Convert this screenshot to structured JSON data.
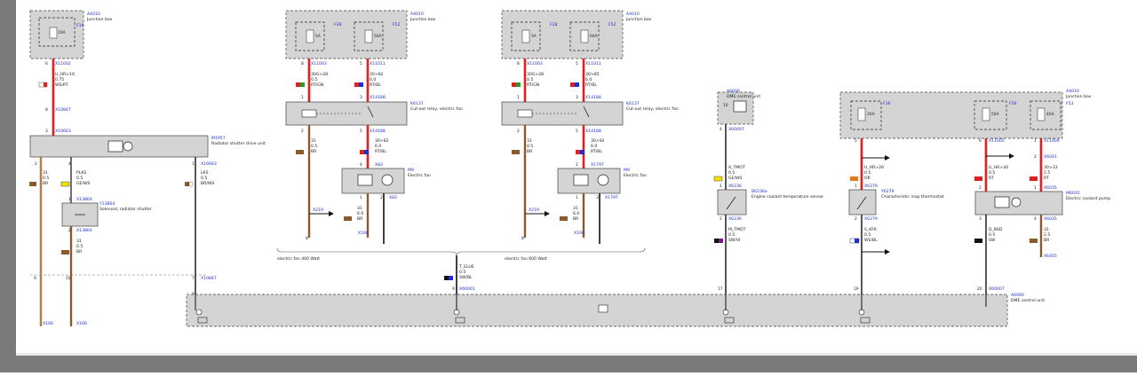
{
  "junction_boxes": [
    {
      "id": "A4010",
      "name": "Junction box",
      "fuses": [
        {
          "id": "F16",
          "rating": "10A"
        }
      ]
    },
    {
      "id": "A4010",
      "name": "Junction box",
      "fuses": [
        {
          "id": "F28",
          "rating": "5A"
        },
        {
          "id": "F52",
          "rating": "50A"
        }
      ]
    },
    {
      "id": "A4010",
      "name": "Junction box",
      "fuses": [
        {
          "id": "F28",
          "rating": "5A"
        },
        {
          "id": "F52",
          "rating": "60A"
        }
      ]
    },
    {
      "id": "A4010",
      "name": "Junction box",
      "fuses": [
        {
          "id": "F36",
          "rating": "20A"
        },
        {
          "id": "F56",
          "rating": "50A"
        },
        {
          "id": "F53",
          "rating": "40A"
        }
      ]
    }
  ],
  "connectors": {
    "x11002": "X11002",
    "x10847": "X10847",
    "x16663": "X16663",
    "x13864": "X13864",
    "x11003": "X11003",
    "x11011": "X11011",
    "x14188": "X14188",
    "x82": "X82",
    "x219": "X219",
    "x166": "X166",
    "x1797": "X1797",
    "x60007": "X60007",
    "x6236": "X6236",
    "x6279": "X6279",
    "x11005": "X11005",
    "x11004": "X11004",
    "x6041": "X6041",
    "x6035": "X6035",
    "x6455": "X6455",
    "x60001": "X60001"
  },
  "wires": {
    "w1": {
      "name": "U_HR>16",
      "size": "0.75",
      "color": "WS/RT"
    },
    "w_s1": {
      "name": "31",
      "size": "0.5",
      "color": "BR"
    },
    "w_plks": {
      "name": "PLKS",
      "size": "0.5",
      "color": "GE/WS"
    },
    "w_lks": {
      "name": "LKS",
      "size": "0.5",
      "color": "BR/WS"
    },
    "w_s31b": {
      "name": "31",
      "size": "0.5",
      "color": "BR"
    },
    "w_a1": {
      "name": "30G>28",
      "size": "0.5",
      "color": "RT/GN"
    },
    "w_a2": {
      "name": "30>82",
      "size": "6.0",
      "color": "RT/BL"
    },
    "w_a3": {
      "name": "31",
      "size": "0.5",
      "color": "BR"
    },
    "w_a4": {
      "name": "30>82",
      "size": "6.0",
      "color": "RT/BL"
    },
    "w_a5": {
      "name": "31",
      "size": "6.0",
      "color": "BR"
    },
    "w_b1": {
      "name": "30G>28",
      "size": "0.5",
      "color": "RT/GN"
    },
    "w_b2": {
      "name": "30>85",
      "size": "6.0",
      "color": "RT/BL"
    },
    "w_b3": {
      "name": "31",
      "size": "0.5",
      "color": "BR"
    },
    "w_b4": {
      "name": "30>92",
      "size": "6.0",
      "color": "RT/BL"
    },
    "w_b5": {
      "name": "31",
      "size": "6.0",
      "color": "BR"
    },
    "w_t": {
      "name": "T_ELUE",
      "size": "0.5",
      "color": "SW/BL"
    },
    "w_tmot": {
      "name": "A_TMOT",
      "size": "0.5",
      "color": "GE/WS"
    },
    "w_mtmot": {
      "name": "M_TMOT",
      "size": "0.5",
      "color": "SW/VI"
    },
    "w_hr26": {
      "name": "U_HR>26",
      "size": "0.5",
      "color": "OR"
    },
    "w_kfk": {
      "name": "S_KFK",
      "size": "0.5",
      "color": "WS/BL"
    },
    "w_hr30": {
      "name": "U_HR>30",
      "size": "0.5",
      "color": "RT"
    },
    "w_3033": {
      "name": "30>33",
      "size": "2.5",
      "color": "RT"
    },
    "w_bsd": {
      "name": "D_BSD",
      "size": "0.5",
      "color": "SW"
    },
    "w_31c": {
      "name": "31",
      "size": "2.5",
      "color": "BR"
    }
  },
  "components": {
    "m1957": {
      "id": "M1957",
      "name": "Radiator shutter drive unit"
    },
    "y13864": {
      "id": "Y13864",
      "name": "Solenoid, radiator shutter"
    },
    "k6137a": {
      "id": "K6137",
      "name": "Cut-out relay, electric fan"
    },
    "k6137b": {
      "id": "K6137",
      "name": "Cut-out relay, electric fan"
    },
    "m9a": {
      "id": "M9",
      "name": "Electric fan"
    },
    "m9b": {
      "id": "M9",
      "name": "Electric fan"
    },
    "a6000top": {
      "id": "A6000",
      "name": "DME control unit"
    },
    "b6236": {
      "id": "B6236a",
      "name": "Engine coolant temperature sensor"
    },
    "y6279": {
      "id": "Y6279",
      "name": "Characteristic map thermostat"
    },
    "m6035": {
      "id": "M6035",
      "name": "Electric coolant pump"
    },
    "a6000bottom": {
      "id": "A6000",
      "name": "DME control unit"
    }
  },
  "notes": {
    "fan400": "electric fan 400 Watt",
    "fan600": "electric fan 600 Watt"
  },
  "colors": {
    "wire_red": "#e0201c",
    "wire_black": "#111111",
    "wire_brown": "#8a5a2b",
    "box_fill": "#d4d4d4",
    "link_blue": "#1d2fd0"
  }
}
